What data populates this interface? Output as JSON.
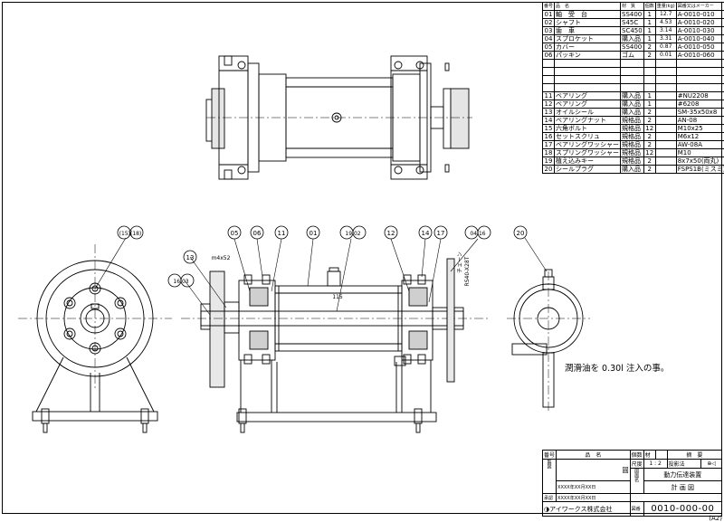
{
  "parts_list": {
    "header": [
      "番号",
      "品　名",
      "材　質",
      "個数",
      "重量(kg)",
      "図番又はメーカー"
    ],
    "rows": [
      [
        "01",
        "軸　受　台",
        "SS400",
        "1",
        "12.7",
        "A-0010-010"
      ],
      [
        "02",
        "シャフト",
        "S45C",
        "1",
        "4.53",
        "A-0010-020"
      ],
      [
        "03",
        "歯　車",
        "SC450",
        "1",
        "3.14",
        "A-0010-030"
      ],
      [
        "04",
        "スプロケット",
        "購入品",
        "1",
        "3.31",
        "A-0010-040"
      ],
      [
        "05",
        "カバー",
        "SS400",
        "2",
        "0.87",
        "A-0010-050"
      ],
      [
        "06",
        "パッキン",
        "ゴム",
        "2",
        "0.01",
        "A-0010-060"
      ],
      [
        "",
        "",
        "",
        "",
        "",
        ""
      ],
      [
        "",
        "",
        "",
        "",
        "",
        ""
      ],
      [
        "",
        "",
        "",
        "",
        "",
        ""
      ],
      [
        "",
        "",
        "",
        "",
        "",
        ""
      ],
      [
        "11",
        "ベアリング",
        "購入品",
        "1",
        "",
        "#NU2208"
      ],
      [
        "12",
        "ベアリング",
        "購入品",
        "1",
        "",
        "#6208"
      ],
      [
        "13",
        "オイルシール",
        "購入品",
        "2",
        "",
        "SM-35x50x8"
      ],
      [
        "14",
        "ベアリングナット",
        "規格品",
        "2",
        "",
        "AN-08"
      ],
      [
        "15",
        "六角ボルト",
        "規格品",
        "12",
        "",
        "M10x25"
      ],
      [
        "16",
        "セットスクリュ",
        "規格品",
        "2",
        "",
        "M6x12"
      ],
      [
        "17",
        "ベアリングワッシャー",
        "規格品",
        "2",
        "",
        "AW-08A"
      ],
      [
        "18",
        "スプリングワッシャー",
        "規格品",
        "12",
        "",
        "M10"
      ],
      [
        "19",
        "植え込みキー",
        "規格品",
        "2",
        "",
        "8x7x50(両丸)"
      ],
      [
        "20",
        "シールプラグ",
        "購入品",
        "2",
        "",
        "FSPS1B(ミスミ)"
      ]
    ]
  },
  "balloons": {
    "b15_18": "(15)(18)",
    "b05": "05",
    "b06": "06",
    "b11": "11",
    "b01": "01",
    "b19_02": "19 02",
    "b12": "12",
    "b14": "14",
    "b17": "17",
    "b04_16": "04 16",
    "b20": "20",
    "b13": "13",
    "b16_03": "16 03",
    "m4": "m4x52",
    "chain": "チェーン",
    "chain2": "RS40-X28T",
    "dim": "115"
  },
  "note": "潤滑油を 0.30l 注入の事。",
  "title_block": {
    "h_no": "番号",
    "h_name": "品　名",
    "h_qty": "個数",
    "h_mat": "材",
    "h_note": "摘　要",
    "scale_label": "尺度",
    "scale": "1 : 2",
    "proj_label": "投影法",
    "proj": "⊕◁",
    "drawn": "製図",
    "title_label": "図面名",
    "title": "動力伝達装置",
    "subtitle": "計 画 図",
    "checked": "検図",
    "approved": "承認",
    "date1": "XXXX年XX月XX日",
    "date2": "XXXX年XX月XX日",
    "company": "アイワークス株式会社",
    "dwg_label": "図番",
    "dwg_no": "0010-000-00"
  },
  "sheet_size": "(A2)"
}
